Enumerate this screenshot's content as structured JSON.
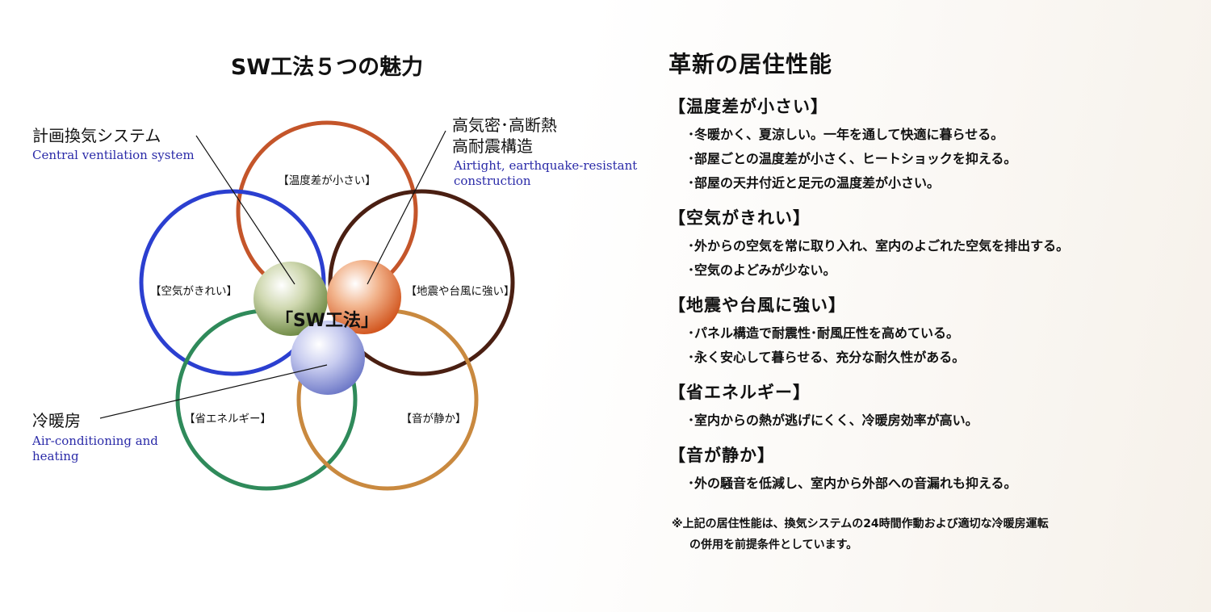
{
  "diagram": {
    "title": "SW工法５つの魅力",
    "center_label": "「SW工法」",
    "petals": [
      {
        "label": "【温度差が小さい】",
        "color": "#c4552a"
      },
      {
        "label": "【空気がきれい】",
        "color": "#2b3fd0"
      },
      {
        "label": "【地震や台風に強い】",
        "color": "#4a1f12"
      },
      {
        "label": "【省エネルギー】",
        "color": "#2f8a5a"
      },
      {
        "label": "【音が静か】",
        "color": "#c9893f"
      }
    ],
    "callouts": {
      "ventilation": {
        "jp": "計画換気システム",
        "en": "Central ventilation system"
      },
      "airtight": {
        "jp_line1": "高気密･高断熱",
        "jp_line2": "高耐震構造",
        "en_line1": "Airtight, earthquake-resistant",
        "en_line2": "construction"
      },
      "hvac": {
        "jp": "冷暖房",
        "en_line1": "Air-conditioning and",
        "en_line2": "heating"
      }
    },
    "spheres": [
      {
        "name": "ventilation",
        "color": "#8fa66a"
      },
      {
        "name": "airtight",
        "color": "#e07a4a"
      },
      {
        "name": "hvac",
        "color": "#8a96d8"
      }
    ]
  },
  "performance": {
    "title": "革新の居住性能",
    "sections": [
      {
        "heading": "【温度差が小さい】",
        "items": [
          "･冬暖かく、夏涼しい。一年を通して快適に暮らせる。",
          "･部屋ごとの温度差が小さく、ヒートショックを抑える。",
          "･部屋の天井付近と足元の温度差が小さい。"
        ]
      },
      {
        "heading": "【空気がきれい】",
        "items": [
          "･外からの空気を常に取り入れ、室内のよごれた空気を排出する。",
          "･空気のよどみが少ない。"
        ]
      },
      {
        "heading": "【地震や台風に強い】",
        "items": [
          "･パネル構造で耐震性･耐風圧性を高めている。",
          "･永く安心して暮らせる、充分な耐久性がある。"
        ]
      },
      {
        "heading": "【省エネルギー】",
        "items": [
          "･室内からの熱が逃げにくく、冷暖房効率が高い。"
        ]
      },
      {
        "heading": "【音が静か】",
        "items": [
          "･外の騒音を低減し、室内から外部への音漏れも抑える。"
        ]
      }
    ],
    "note_line1": "※上記の居住性能は、換気システムの24時間作動および適切な冷暖房運転",
    "note_line2": "の併用を前提条件としています。"
  }
}
